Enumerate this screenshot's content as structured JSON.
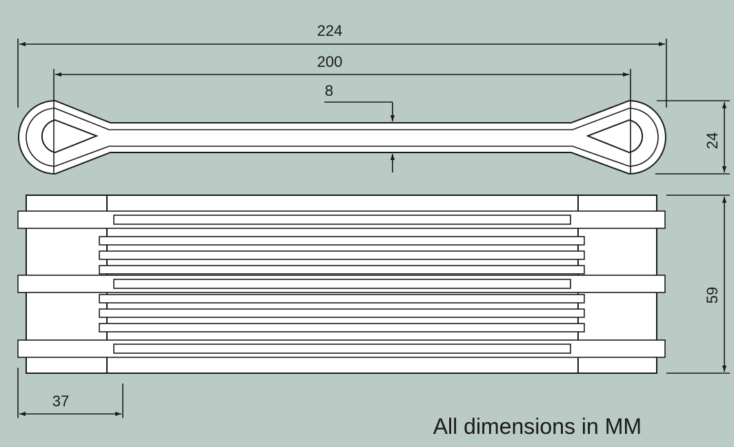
{
  "colors": {
    "background": "#b9cbc4",
    "part_fill": "#ffffff",
    "line": "#1a1a1a"
  },
  "dimensions": {
    "overall_length": "224",
    "eye_center_distance": "200",
    "strap_thickness": "8",
    "eye_height": "24",
    "stack_height": "59",
    "end_block_width": "37"
  },
  "note": "All dimensions in MM"
}
